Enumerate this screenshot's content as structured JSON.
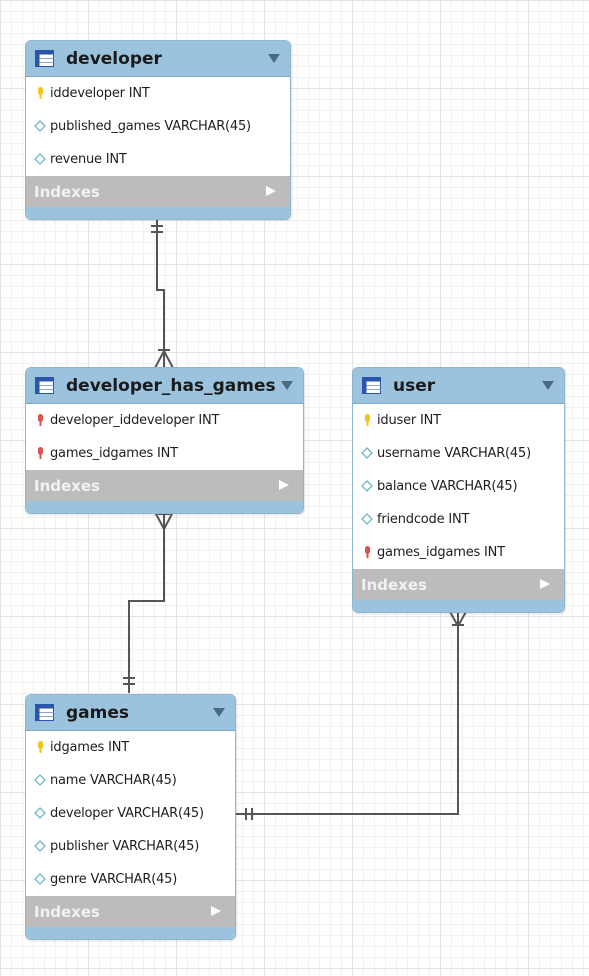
{
  "diagram": {
    "indexes_label": "Indexes",
    "tables": [
      {
        "id": "developer",
        "name": "developer",
        "columns": [
          {
            "name": "iddeveloper",
            "type": "INT",
            "kind": "primary-key"
          },
          {
            "name": "published_games",
            "type": "VARCHAR(45)",
            "kind": "column"
          },
          {
            "name": "revenue",
            "type": "INT",
            "kind": "column"
          }
        ]
      },
      {
        "id": "developer_has_games",
        "name": "developer_has_games",
        "columns": [
          {
            "name": "developer_iddeveloper",
            "type": "INT",
            "kind": "foreign-key"
          },
          {
            "name": "games_idgames",
            "type": "INT",
            "kind": "foreign-key"
          }
        ]
      },
      {
        "id": "user",
        "name": "user",
        "columns": [
          {
            "name": "iduser",
            "type": "INT",
            "kind": "primary-key"
          },
          {
            "name": "username",
            "type": "VARCHAR(45)",
            "kind": "column"
          },
          {
            "name": "balance",
            "type": "VARCHAR(45)",
            "kind": "column"
          },
          {
            "name": "friendcode",
            "type": "INT",
            "kind": "column"
          },
          {
            "name": "games_idgames",
            "type": "INT",
            "kind": "foreign-key"
          }
        ]
      },
      {
        "id": "games",
        "name": "games",
        "columns": [
          {
            "name": "idgames",
            "type": "INT",
            "kind": "primary-key"
          },
          {
            "name": "name",
            "type": "VARCHAR(45)",
            "kind": "column"
          },
          {
            "name": "developer",
            "type": "VARCHAR(45)",
            "kind": "column"
          },
          {
            "name": "publisher",
            "type": "VARCHAR(45)",
            "kind": "column"
          },
          {
            "name": "genre",
            "type": "VARCHAR(45)",
            "kind": "column"
          }
        ]
      }
    ],
    "relationships": [
      {
        "from": "developer",
        "from_cardinality": "one",
        "to": "developer_has_games",
        "to_cardinality": "many"
      },
      {
        "from": "games",
        "from_cardinality": "one",
        "to": "developer_has_games",
        "to_cardinality": "many"
      },
      {
        "from": "games",
        "from_cardinality": "one",
        "to": "user",
        "to_cardinality": "many"
      }
    ]
  },
  "colors": {
    "header": "#9cc3de",
    "indexes": "#bcbcbc",
    "connector": "#555555",
    "primary_key": "#f0c419",
    "foreign_key": "#d9534f",
    "column": "#6fb6c9"
  }
}
